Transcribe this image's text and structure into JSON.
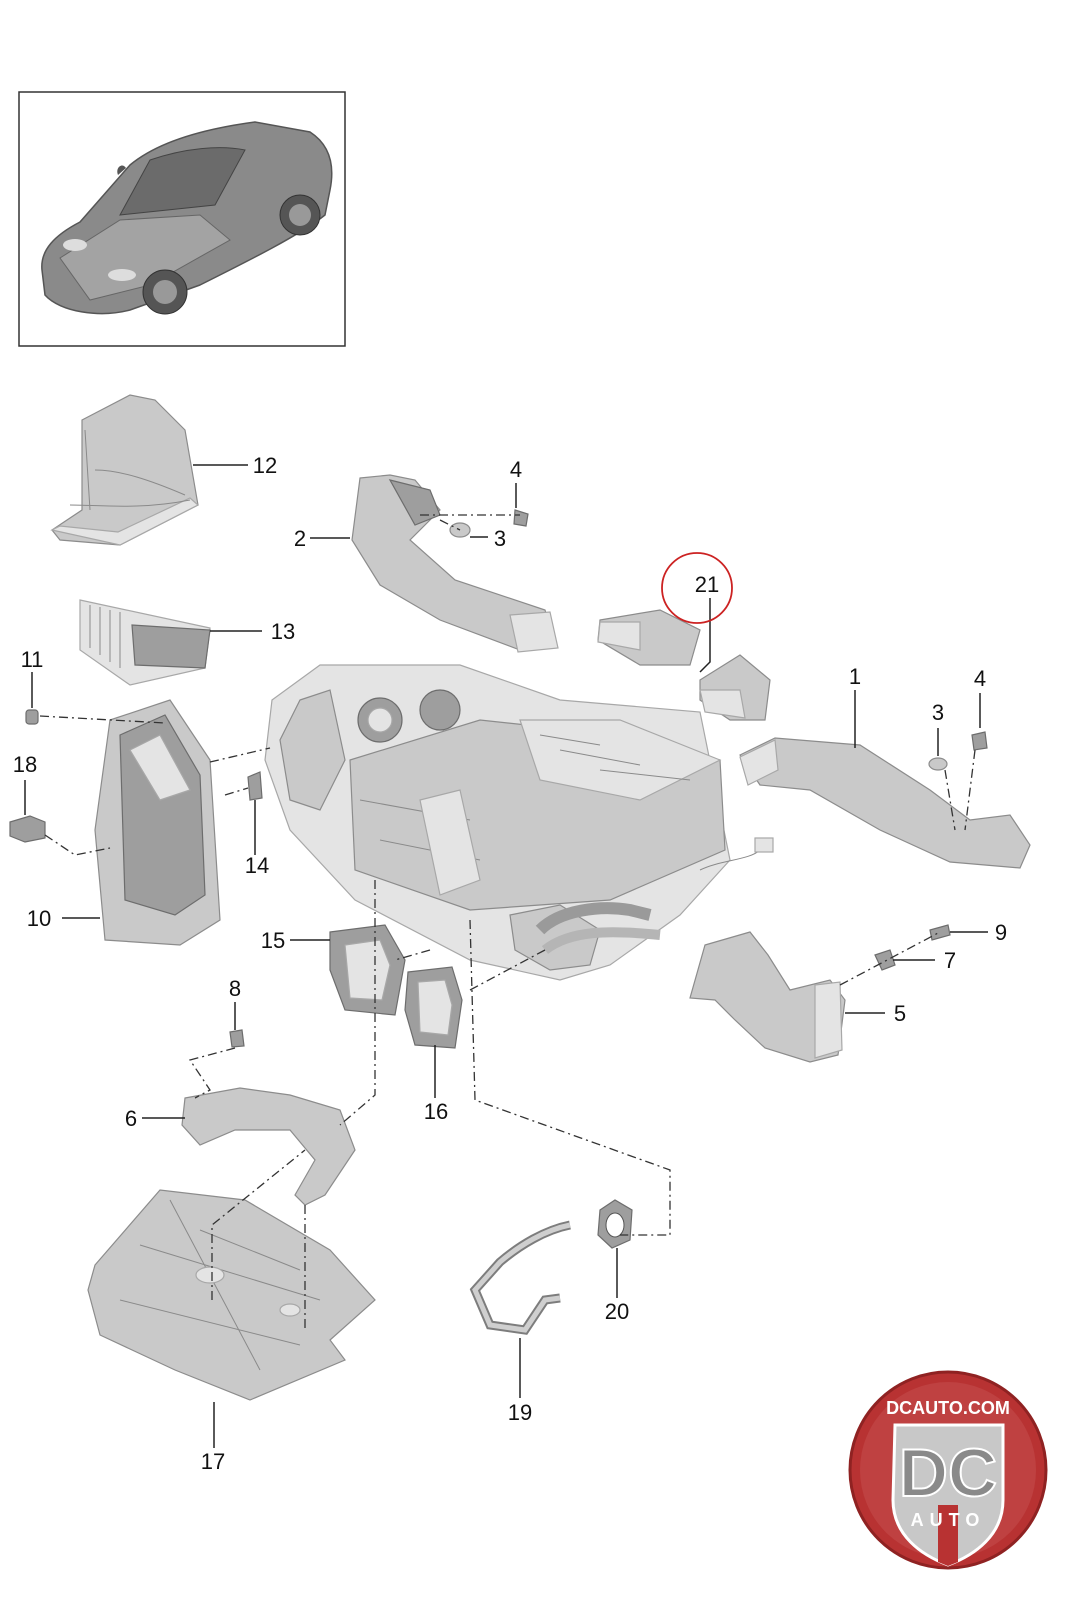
{
  "callouts": [
    {
      "id": "1",
      "label": "1"
    },
    {
      "id": "2",
      "label": "2"
    },
    {
      "id": "3a",
      "label": "3"
    },
    {
      "id": "3b",
      "label": "3"
    },
    {
      "id": "4a",
      "label": "4"
    },
    {
      "id": "4b",
      "label": "4"
    },
    {
      "id": "5",
      "label": "5"
    },
    {
      "id": "6",
      "label": "6"
    },
    {
      "id": "7",
      "label": "7"
    },
    {
      "id": "8",
      "label": "8"
    },
    {
      "id": "9",
      "label": "9"
    },
    {
      "id": "10",
      "label": "10"
    },
    {
      "id": "11",
      "label": "11"
    },
    {
      "id": "12",
      "label": "12"
    },
    {
      "id": "13",
      "label": "13"
    },
    {
      "id": "14",
      "label": "14"
    },
    {
      "id": "15",
      "label": "15"
    },
    {
      "id": "16",
      "label": "16"
    },
    {
      "id": "17",
      "label": "17"
    },
    {
      "id": "18",
      "label": "18"
    },
    {
      "id": "19",
      "label": "19"
    },
    {
      "id": "20",
      "label": "20"
    },
    {
      "id": "21",
      "label": "21"
    }
  ],
  "highlighted_callout": "21",
  "colors": {
    "highlight_circle": "#cc2222",
    "logo_red": "#b83232",
    "logo_silver": "#c8c8c8",
    "part_gray": "#c9c9c9"
  },
  "logo": {
    "top_text": "DCAUTO.COM",
    "letters": "DC",
    "bottom_text": "AUTO"
  }
}
